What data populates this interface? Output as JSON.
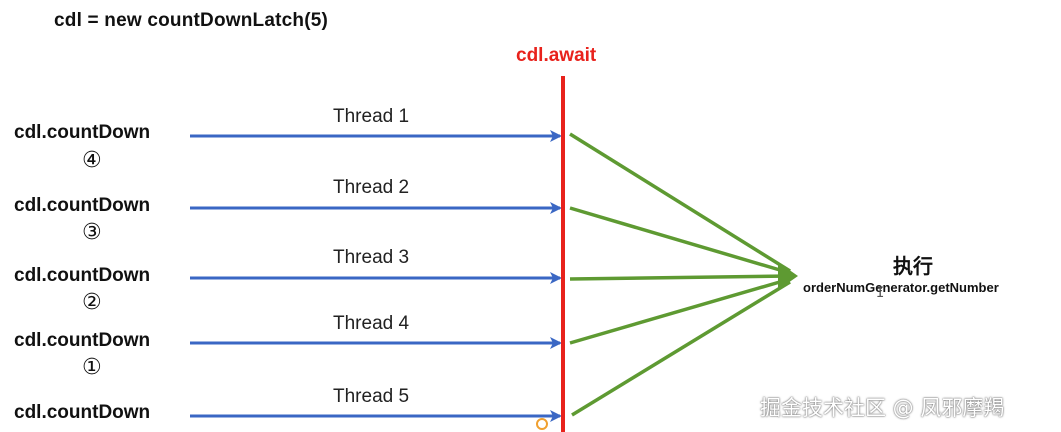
{
  "title": "cdl = new countDownLatch(5)",
  "barrier_label": "cdl.await",
  "rows": [
    {
      "call": "cdl.countDown",
      "count_symbol": "④",
      "thread": "Thread 1"
    },
    {
      "call": "cdl.countDown",
      "count_symbol": "③",
      "thread": "Thread 2"
    },
    {
      "call": "cdl.countDown",
      "count_symbol": "②",
      "thread": "Thread 3"
    },
    {
      "call": "cdl.countDown",
      "count_symbol": "①",
      "thread": "Thread 4"
    },
    {
      "call": "cdl.countDown",
      "count_symbol": "",
      "thread": "Thread 5"
    }
  ],
  "execute": {
    "label": "执行",
    "method": "orderNumGenerator.getNumber"
  },
  "watermark": "掘金技术社区 @ 凤邪摩羯",
  "colors": {
    "thread_arrow": "#3a67c4",
    "barrier": "#e8221c",
    "release_arrow": "#5e9a32"
  }
}
